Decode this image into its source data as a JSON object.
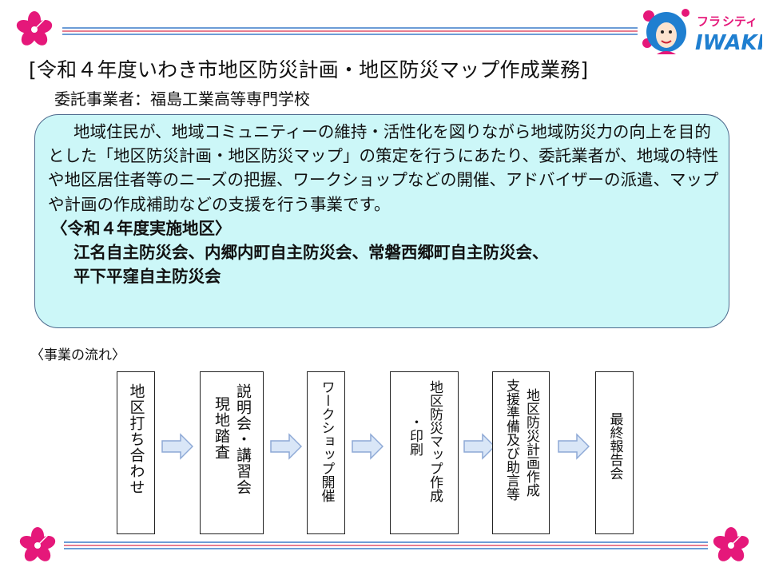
{
  "header": {
    "logo_text": "フラ・シティ IWAKI"
  },
  "title": "[令和４年度いわき市地区防災計画・地区防災マップ作成業務]",
  "subtitle": "委託事業者：福島工業高等専門学校",
  "summary": {
    "paragraph": "地域住民が、地域コミュニティーの維持・活性化を図りながら地域防災力の向上を目的とした「地区防災計画・地区防災マップ」の策定を行うにあたり、委託業者が、地域の特性や地区居住者等のニーズの把握、ワークショップなどの開催、アドバイザーの派遣、マップや計画の作成補助などの支援を行う事業です。",
    "areas_heading": "〈令和４年度実施地区〉",
    "areas_line1": "江名自主防災会、内郷内町自主防災会、常磐西郷町自主防災会、",
    "areas_line2": "平下平窪自主防災会"
  },
  "flow": {
    "label": "〈事業の流れ〉",
    "steps": [
      {
        "lines": [
          "地区打ち合わせ"
        ]
      },
      {
        "lines": [
          "説明会・講習会",
          "現地踏査"
        ]
      },
      {
        "lines": [
          "ワークショップ開催"
        ]
      },
      {
        "lines": [
          "地区防災マップ作成",
          "・印刷"
        ]
      },
      {
        "lines": [
          "地区防災計画作成",
          "支援準備及び助言等"
        ]
      },
      {
        "lines": [
          "最終報告会"
        ]
      }
    ]
  },
  "colors": {
    "summary_fill": "#ccf7f8",
    "summary_border": "#4d6a8d",
    "rule_blue": "#3b7bc8",
    "rule_red": "#e0506a",
    "hibiscus": "#e5187a",
    "arrow_fill": "#d9e6f7",
    "arrow_stroke": "#8ea9d6"
  }
}
